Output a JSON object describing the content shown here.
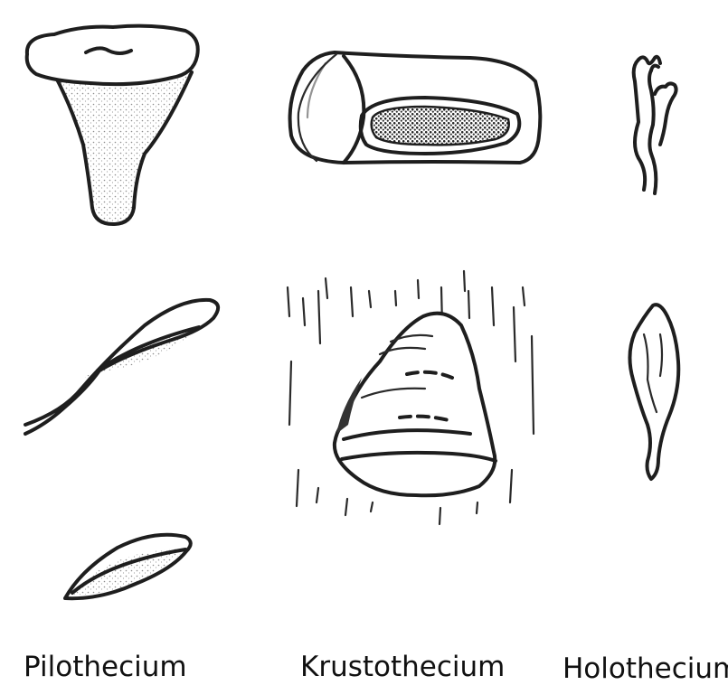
{
  "labels": {
    "pilothecium": "Pilothecium",
    "krustothecium": "Krustothecium",
    "holothecium": "Holothecium"
  },
  "colors": {
    "ink": "#1e1e1e",
    "stipple": "#9a9a9a",
    "background": "#ffffff"
  }
}
